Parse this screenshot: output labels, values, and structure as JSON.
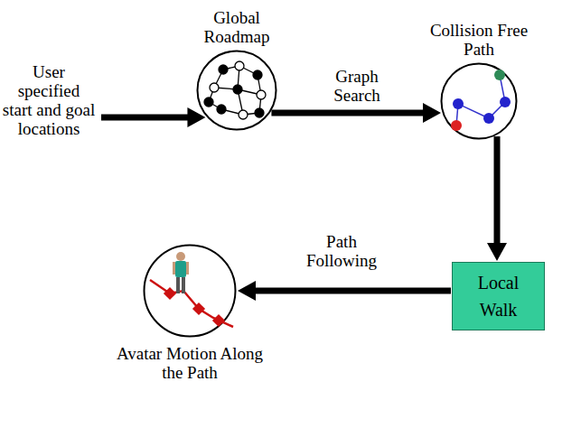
{
  "diagram": {
    "nodes": [
      {
        "text": [
          "Global Roadmap"
        ]
      },
      {
        "text": [
          "Collision Free Path"
        ]
      },
      {
        "text": [
          "Local Walk"
        ]
      },
      {
        "text": [
          "Avatar Motion Along the Path"
        ]
      }
    ],
    "edges": [
      {
        "from": 0,
        "to": 1,
        "arrow": "to",
        "label": "Graph Search"
      },
      {
        "from": 1,
        "to": 2,
        "arrow": "to"
      },
      {
        "from": 2,
        "to": 3,
        "arrow": "to",
        "label": "Path Following"
      }
    ],
    "labels": [
      "User specified start and goal locations"
    ]
  }
}
